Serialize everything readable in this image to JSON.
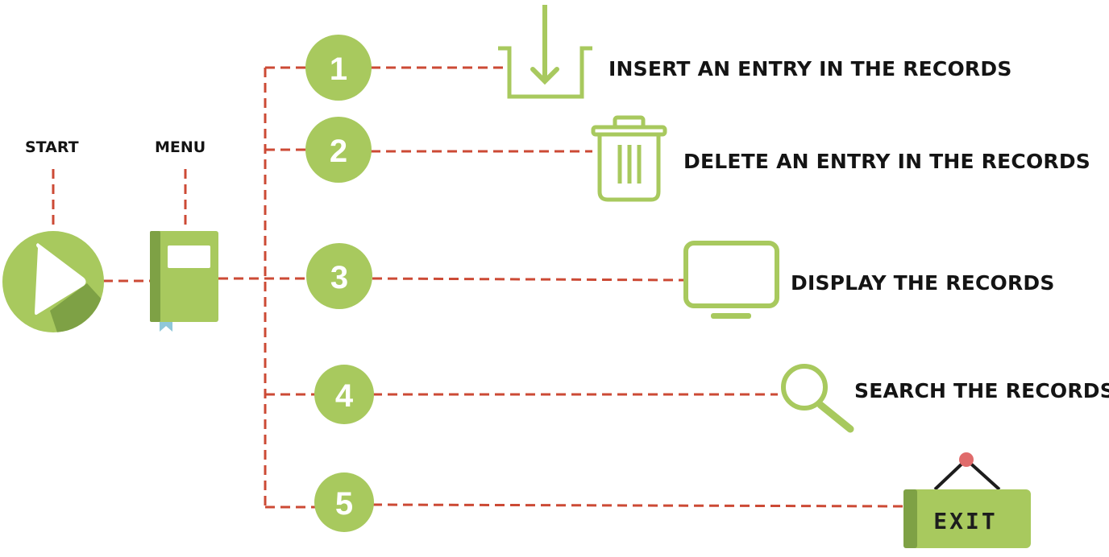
{
  "labels": {
    "start": "START",
    "menu": "MENU"
  },
  "options": [
    {
      "number": "1",
      "text": "INSERT AN ENTRY IN THE RECORDS",
      "icon": "insert-tray-icon"
    },
    {
      "number": "2",
      "text": "DELETE AN ENTRY IN THE RECORDS",
      "icon": "trash-icon"
    },
    {
      "number": "3",
      "text": "DISPLAY THE RECORDS",
      "icon": "monitor-icon"
    },
    {
      "number": "4",
      "text": "SEARCH THE RECORDS",
      "icon": "search-icon"
    },
    {
      "number": "5",
      "text": "EXIT",
      "icon": "exit-sign-icon"
    }
  ],
  "colors": {
    "green": "#a8c95e",
    "dark_green": "#7ea145",
    "connector": "#cc4a35",
    "text": "#141414",
    "bookmark": "#8fc7d9",
    "pin": "#e06b6b"
  }
}
